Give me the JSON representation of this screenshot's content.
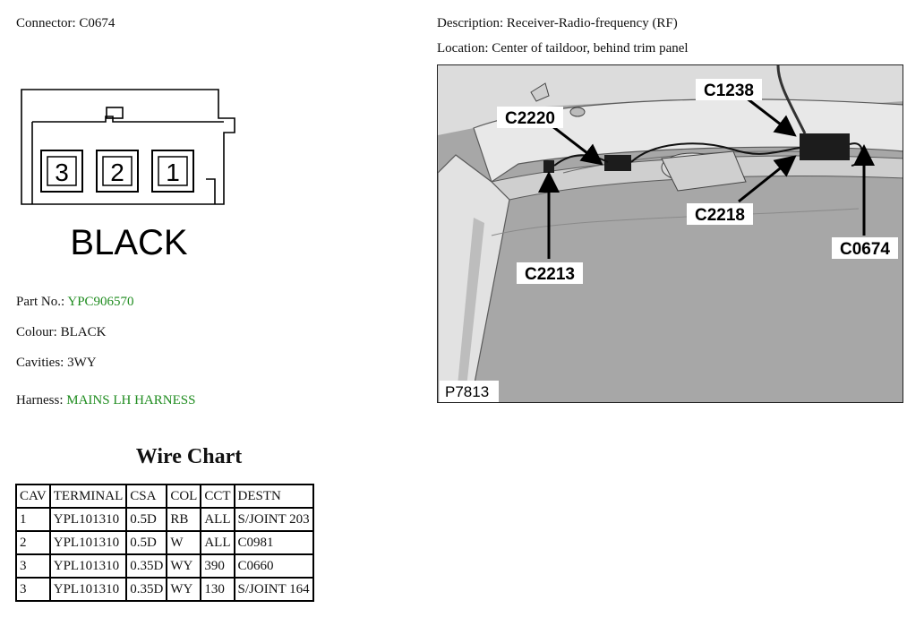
{
  "connector": {
    "label": "Connector:",
    "value": "C0674"
  },
  "connector_drawing": {
    "cavity_labels": [
      "3",
      "2",
      "1"
    ],
    "color_text": "BLACK"
  },
  "details": {
    "part_no": {
      "label": "Part No.:",
      "value": "YPC906570"
    },
    "colour": {
      "label": "Colour:",
      "value": "BLACK"
    },
    "cavities": {
      "label": "Cavities:",
      "value": "3WY"
    },
    "harness": {
      "label": "Harness:",
      "value": "MAINS LH HARNESS"
    }
  },
  "description": {
    "label": "Description:",
    "value": "Receiver-Radio-frequency (RF)"
  },
  "location": {
    "label": "Location:",
    "value": "Center of taildoor, behind trim panel"
  },
  "photo": {
    "callouts": [
      "C1238",
      "C2220",
      "C2218",
      "C0674",
      "C2213"
    ],
    "figure_id": "P7813"
  },
  "wire_chart": {
    "title": "Wire Chart",
    "headers": [
      "CAV",
      "TERMINAL",
      "CSA",
      "COL",
      "CCT",
      "DESTN"
    ],
    "rows": [
      [
        "1",
        "YPL101310",
        "0.5D",
        "RB",
        "ALL",
        "S/JOINT 203"
      ],
      [
        "2",
        "YPL101310",
        "0.5D",
        "W",
        "ALL",
        "C0981"
      ],
      [
        "3",
        "YPL101310",
        "0.35D",
        "WY",
        "390",
        "C0660"
      ],
      [
        "3",
        "YPL101310",
        "0.35D",
        "WY",
        "130",
        "S/JOINT 164"
      ]
    ]
  },
  "colors": {
    "link_green": "#1f8c1f",
    "photo_background": "#a9a9a9"
  }
}
